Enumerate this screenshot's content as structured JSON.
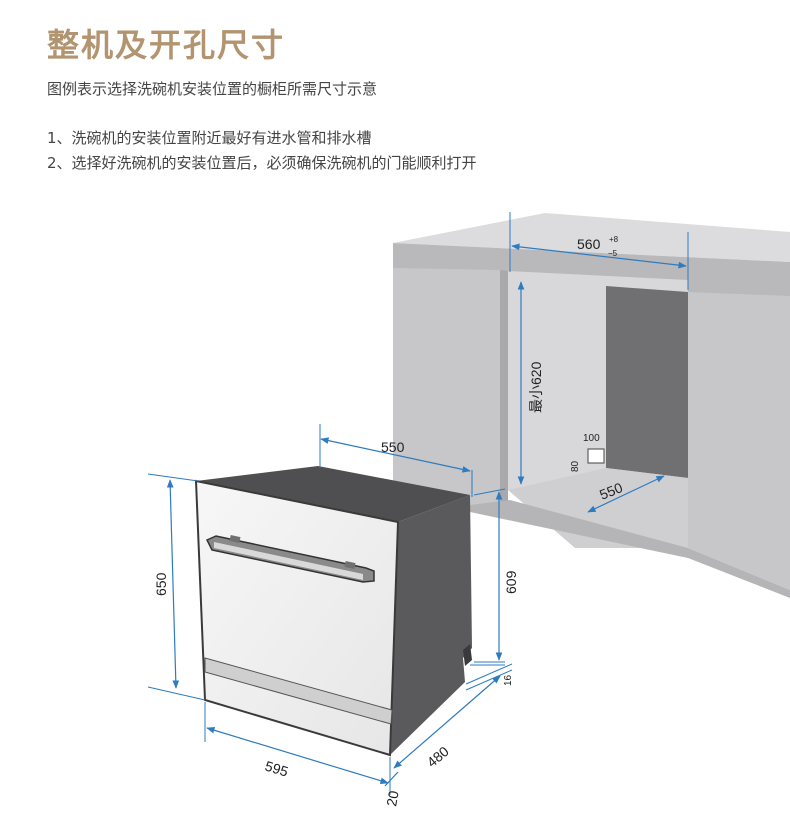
{
  "header": {
    "title": "整机及开孔尺寸",
    "subtitle": "图例表示选择洗碗机安装位置的橱柜所需尺寸示意"
  },
  "notes": [
    "1、洗碗机的安装位置附近最好有进水管和排水槽",
    "2、选择好洗碗机的安装位置后，必须确保洗碗机的门能顺利打开"
  ],
  "dimensions": {
    "cabinet_opening_width": "560",
    "cabinet_opening_tol_plus": "+8",
    "cabinet_opening_tol_minus": "−5",
    "cabinet_min_height": "最小620",
    "cabinet_depth": "550",
    "pipe_hole_width": "100",
    "pipe_hole_height": "80",
    "machine_depth_top": "550",
    "machine_height": "650",
    "machine_width": "595",
    "body_depth": "480",
    "door_thickness": "20",
    "side_height": "609",
    "foot_height": "16"
  },
  "colors": {
    "accent": "#b39470",
    "dimension_line": "#2e7bbf",
    "cabinet_gray": "#c7c7c9",
    "recess_dark": "#707073",
    "machine_door": "#f2f2f2",
    "machine_side": "#5a5a5c"
  }
}
